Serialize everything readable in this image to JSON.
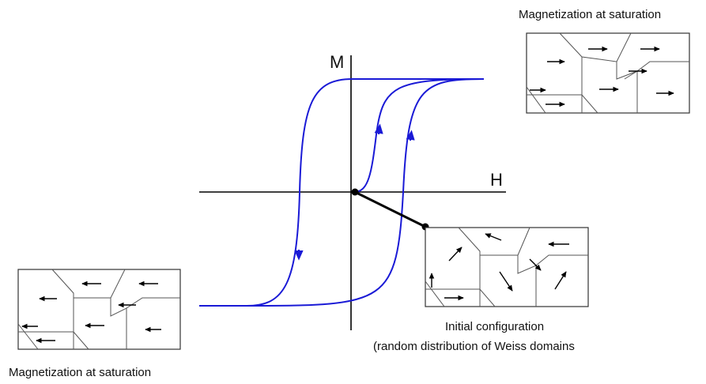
{
  "axes": {
    "y_label": "M",
    "x_label": "H"
  },
  "captions": {
    "top_right": "Magnetization at saturation",
    "bottom_left": "Magnetization at saturation",
    "initial_line1": "Initial configuration",
    "initial_line2": "(random distribution of Weiss domains"
  },
  "colors": {
    "hysteresis_curve": "#1a1ad6",
    "axes": "#000000",
    "initial_path": "#000000"
  }
}
